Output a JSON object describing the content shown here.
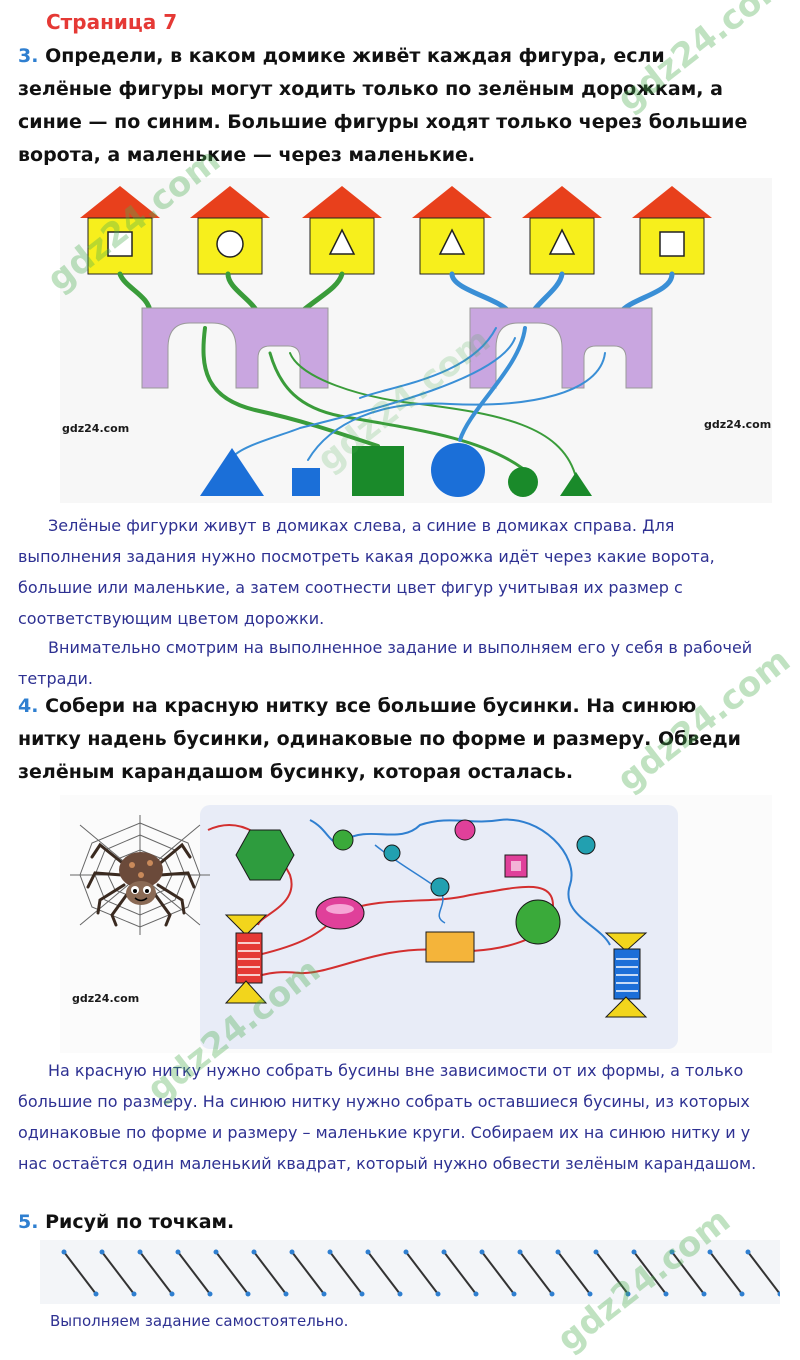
{
  "page_title": "Страница 7",
  "task3": {
    "number": "3.",
    "text": "Определи, в каком домике живёт каждая фигура, если зелёные фигуры могут ходить только по зелёным дорожкам, а синие — по синим. Большие фигуры ходят только через большие ворота, а маленькие — через маленькие."
  },
  "task3_answer": {
    "p1": "Зелёные фигурки живут в домиках слева, а синие в домиках справа. Для выполнения задания нужно посмотреть какая дорожка идёт через какие ворота, большие или маленькие, а затем соотнести цвет фигур учитывая их размер с соответствующим цветом дорожки.",
    "p2": "Внимательно смотрим на выполненное задание и выполняем его у себя в рабочей тетради."
  },
  "task4": {
    "number": "4.",
    "text": "Собери на красную нитку все большие бусинки. На синюю нитку надень бусинки, одинаковые по форме и размеру. Обведи зелёным карандашом бусинку, которая осталась."
  },
  "task4_answer": {
    "p1": "На красную нитку нужно собрать бусины вне зависимости от их формы, а только большие по размеру. На синюю нитку нужно собрать оставшиеся бусины, из которых одинаковые по форме и размеру – маленькие круги. Собираем их на синюю нитку и у нас остаётся один маленький квадрат, который нужно обвести зелёным карандашом."
  },
  "task5": {
    "number": "5.",
    "text": "Рисуй по точкам."
  },
  "task5_answer": "Выполняем задание самостоятельно.",
  "site_label": "gdz24.com",
  "watermark_text": "gdz24.com",
  "colors": {
    "title_red": "#e53935",
    "number_blue": "#2f7fd0",
    "answer_text": "#2e3192",
    "house_yellow": "#f7ef1c",
    "roof_red": "#e8401c",
    "gate_violet": "#c9a6e0",
    "shape_blue": "#1b6fd8",
    "shape_green": "#1a8a2a"
  },
  "houses": [
    {
      "shape": "square"
    },
    {
      "shape": "circle"
    },
    {
      "shape": "triangle"
    },
    {
      "shape": "triangle"
    },
    {
      "shape": "triangle"
    },
    {
      "shape": "square"
    }
  ],
  "figures": [
    {
      "shape": "triangle",
      "color": "blue",
      "size": "big"
    },
    {
      "shape": "square",
      "color": "blue",
      "size": "small"
    },
    {
      "shape": "square",
      "color": "green",
      "size": "big"
    },
    {
      "shape": "circle",
      "color": "blue",
      "size": "big"
    },
    {
      "shape": "circle",
      "color": "green",
      "size": "small"
    },
    {
      "shape": "triangle",
      "color": "green",
      "size": "small"
    }
  ],
  "dot_exercise": {
    "segments": 19
  }
}
